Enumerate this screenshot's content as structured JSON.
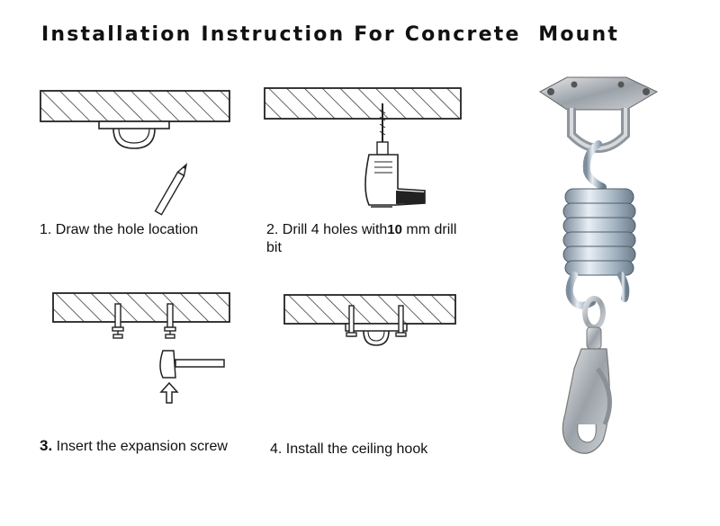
{
  "title": "Installation Instruction For Concrete  Mount",
  "steps": [
    {
      "number": "1.",
      "text": "Draw the hole location"
    },
    {
      "number": "2.",
      "text_before": "Drill 4 holes with",
      "highlight": "10",
      "text_after": "mm drill",
      "text_line2": "bit"
    },
    {
      "number": "3.",
      "text": "Insert the expansion screw"
    },
    {
      "number": "4.",
      "text": "Install the ceiling hook"
    }
  ],
  "colors": {
    "ink": "#111111",
    "steel": "#a9afb6",
    "zinc": "#b9c7d4"
  }
}
